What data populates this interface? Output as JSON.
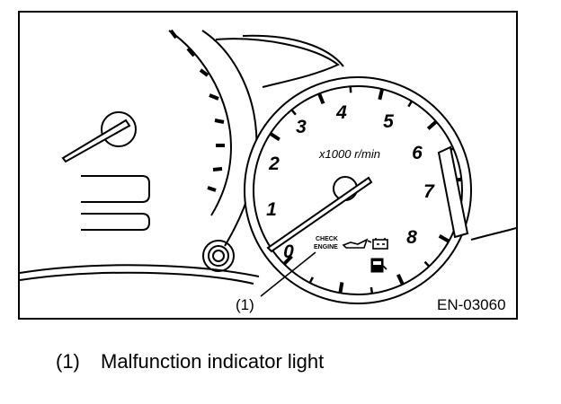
{
  "figure": {
    "rpm_labels": [
      "0",
      "1",
      "2",
      "3",
      "4",
      "5",
      "6",
      "7",
      "8"
    ],
    "unit_label": "x1000 r/min",
    "check_engine_line1": "CHECK",
    "check_engine_line2": "ENGINE",
    "callout_label": "(1)",
    "figure_code": "EN-03060"
  },
  "caption": {
    "number": "(1)",
    "text": "Malfunction indicator light"
  }
}
